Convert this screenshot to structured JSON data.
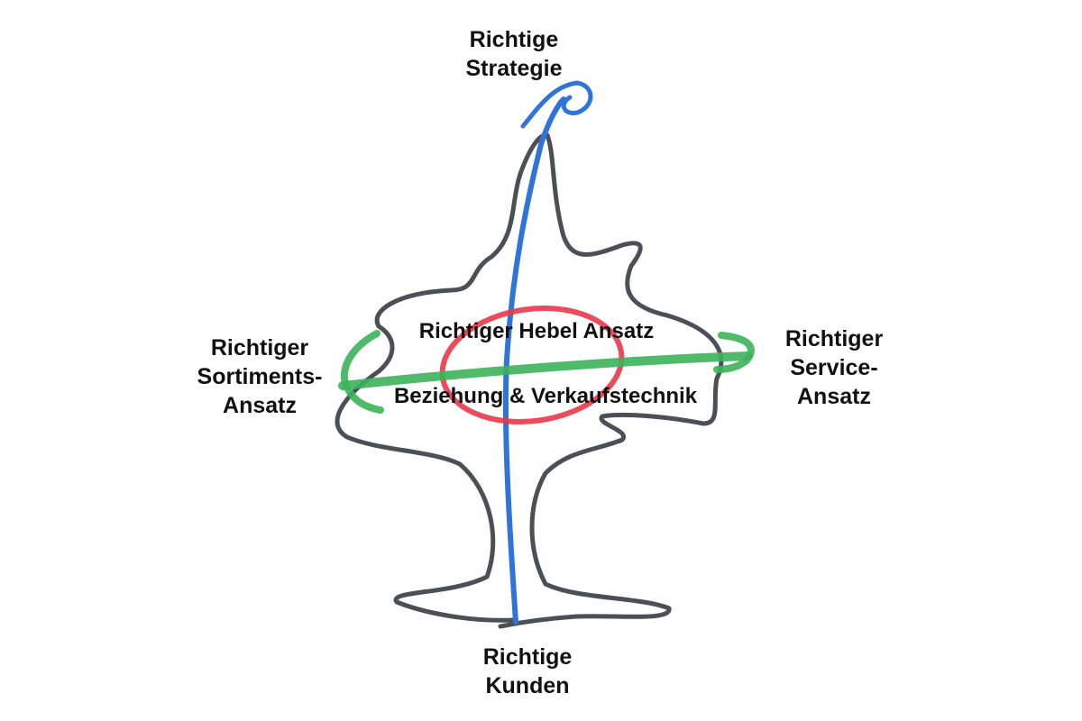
{
  "labels": {
    "top": [
      "Richtige",
      "Strategie"
    ],
    "bottom": [
      "Richtige",
      "Kunden"
    ],
    "left": [
      "Richtiger",
      "Sortiments-",
      "Ansatz"
    ],
    "right": [
      "Richtiger",
      "Service-",
      "Ansatz"
    ],
    "center_top": "Richtiger Hebel Ansatz",
    "center_bottom": "Beziehung & Verkaufstechnik"
  },
  "colors": {
    "outline": "#3a3c44",
    "axis": "#2f74d8",
    "ring": "#e8384a",
    "band": "#3cb35a"
  }
}
